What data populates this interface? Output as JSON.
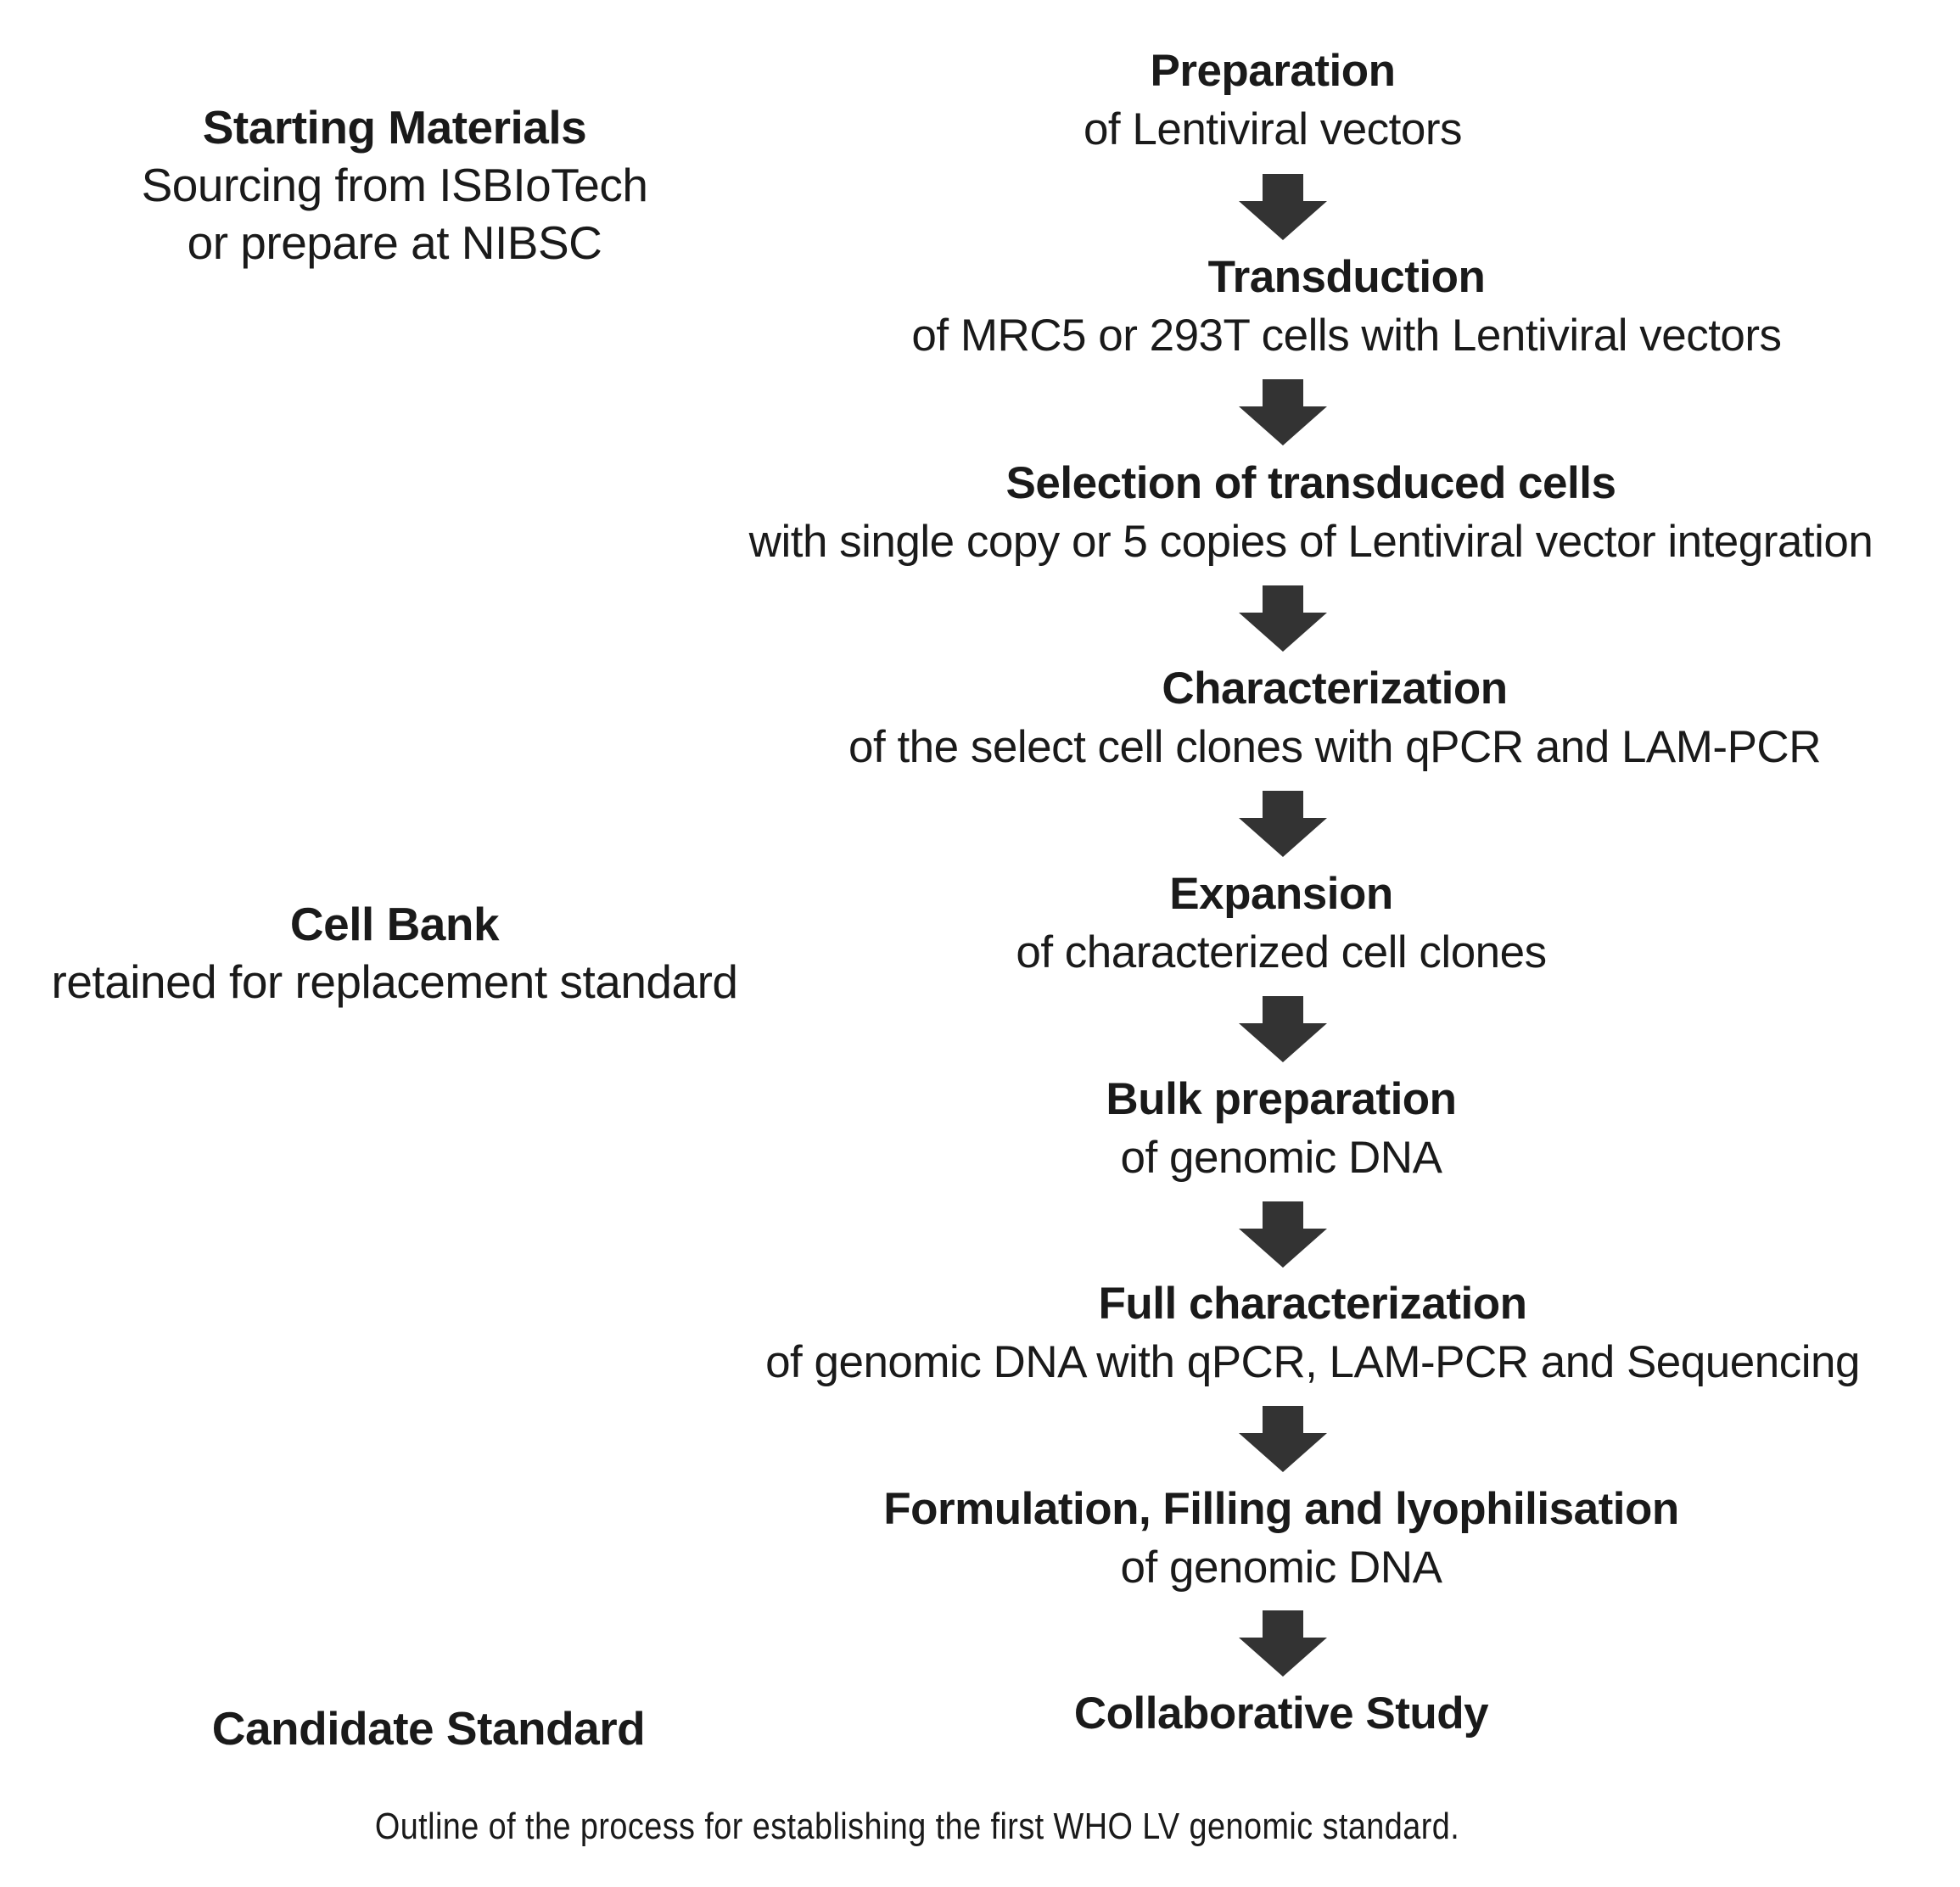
{
  "side_labels": [
    {
      "title": "Starting Materials",
      "lines": [
        "Sourcing from ISBIoTech",
        "or prepare at NIBSC"
      ]
    },
    {
      "title": "Cell Bank",
      "lines": [
        "retained for replacement standard"
      ]
    },
    {
      "title": "Candidate Standard",
      "lines": []
    }
  ],
  "steps": [
    {
      "title": "Preparation",
      "subtitle": "of Lentiviral vectors"
    },
    {
      "title": "Transduction",
      "subtitle": "of MRC5  or 293T cells  with  Lentiviral vectors"
    },
    {
      "title": "Selection of transduced cells",
      "subtitle": "with  single copy or 5 copies of Lentiviral vector integration"
    },
    {
      "title": "Characterization",
      "subtitle": "of the select cell clones with  qPCR and  LAM-PCR"
    },
    {
      "title": "Expansion",
      "subtitle": "of characterized cell clones"
    },
    {
      "title": "Bulk preparation",
      "subtitle": "of genomic DNA"
    },
    {
      "title": "Full characterization",
      "subtitle": "of genomic DNA with  qPCR, LAM-PCR and  Sequencing"
    },
    {
      "title": "Formulation, Filling and lyophilisation",
      "subtitle": "of genomic DNA"
    },
    {
      "title": "Collaborative Study",
      "subtitle": ""
    }
  ],
  "caption": "Outline of the process for establishing the first WHO LV genomic standard.",
  "colors": {
    "arrow": "#333333",
    "text": "#1a1a1a"
  }
}
